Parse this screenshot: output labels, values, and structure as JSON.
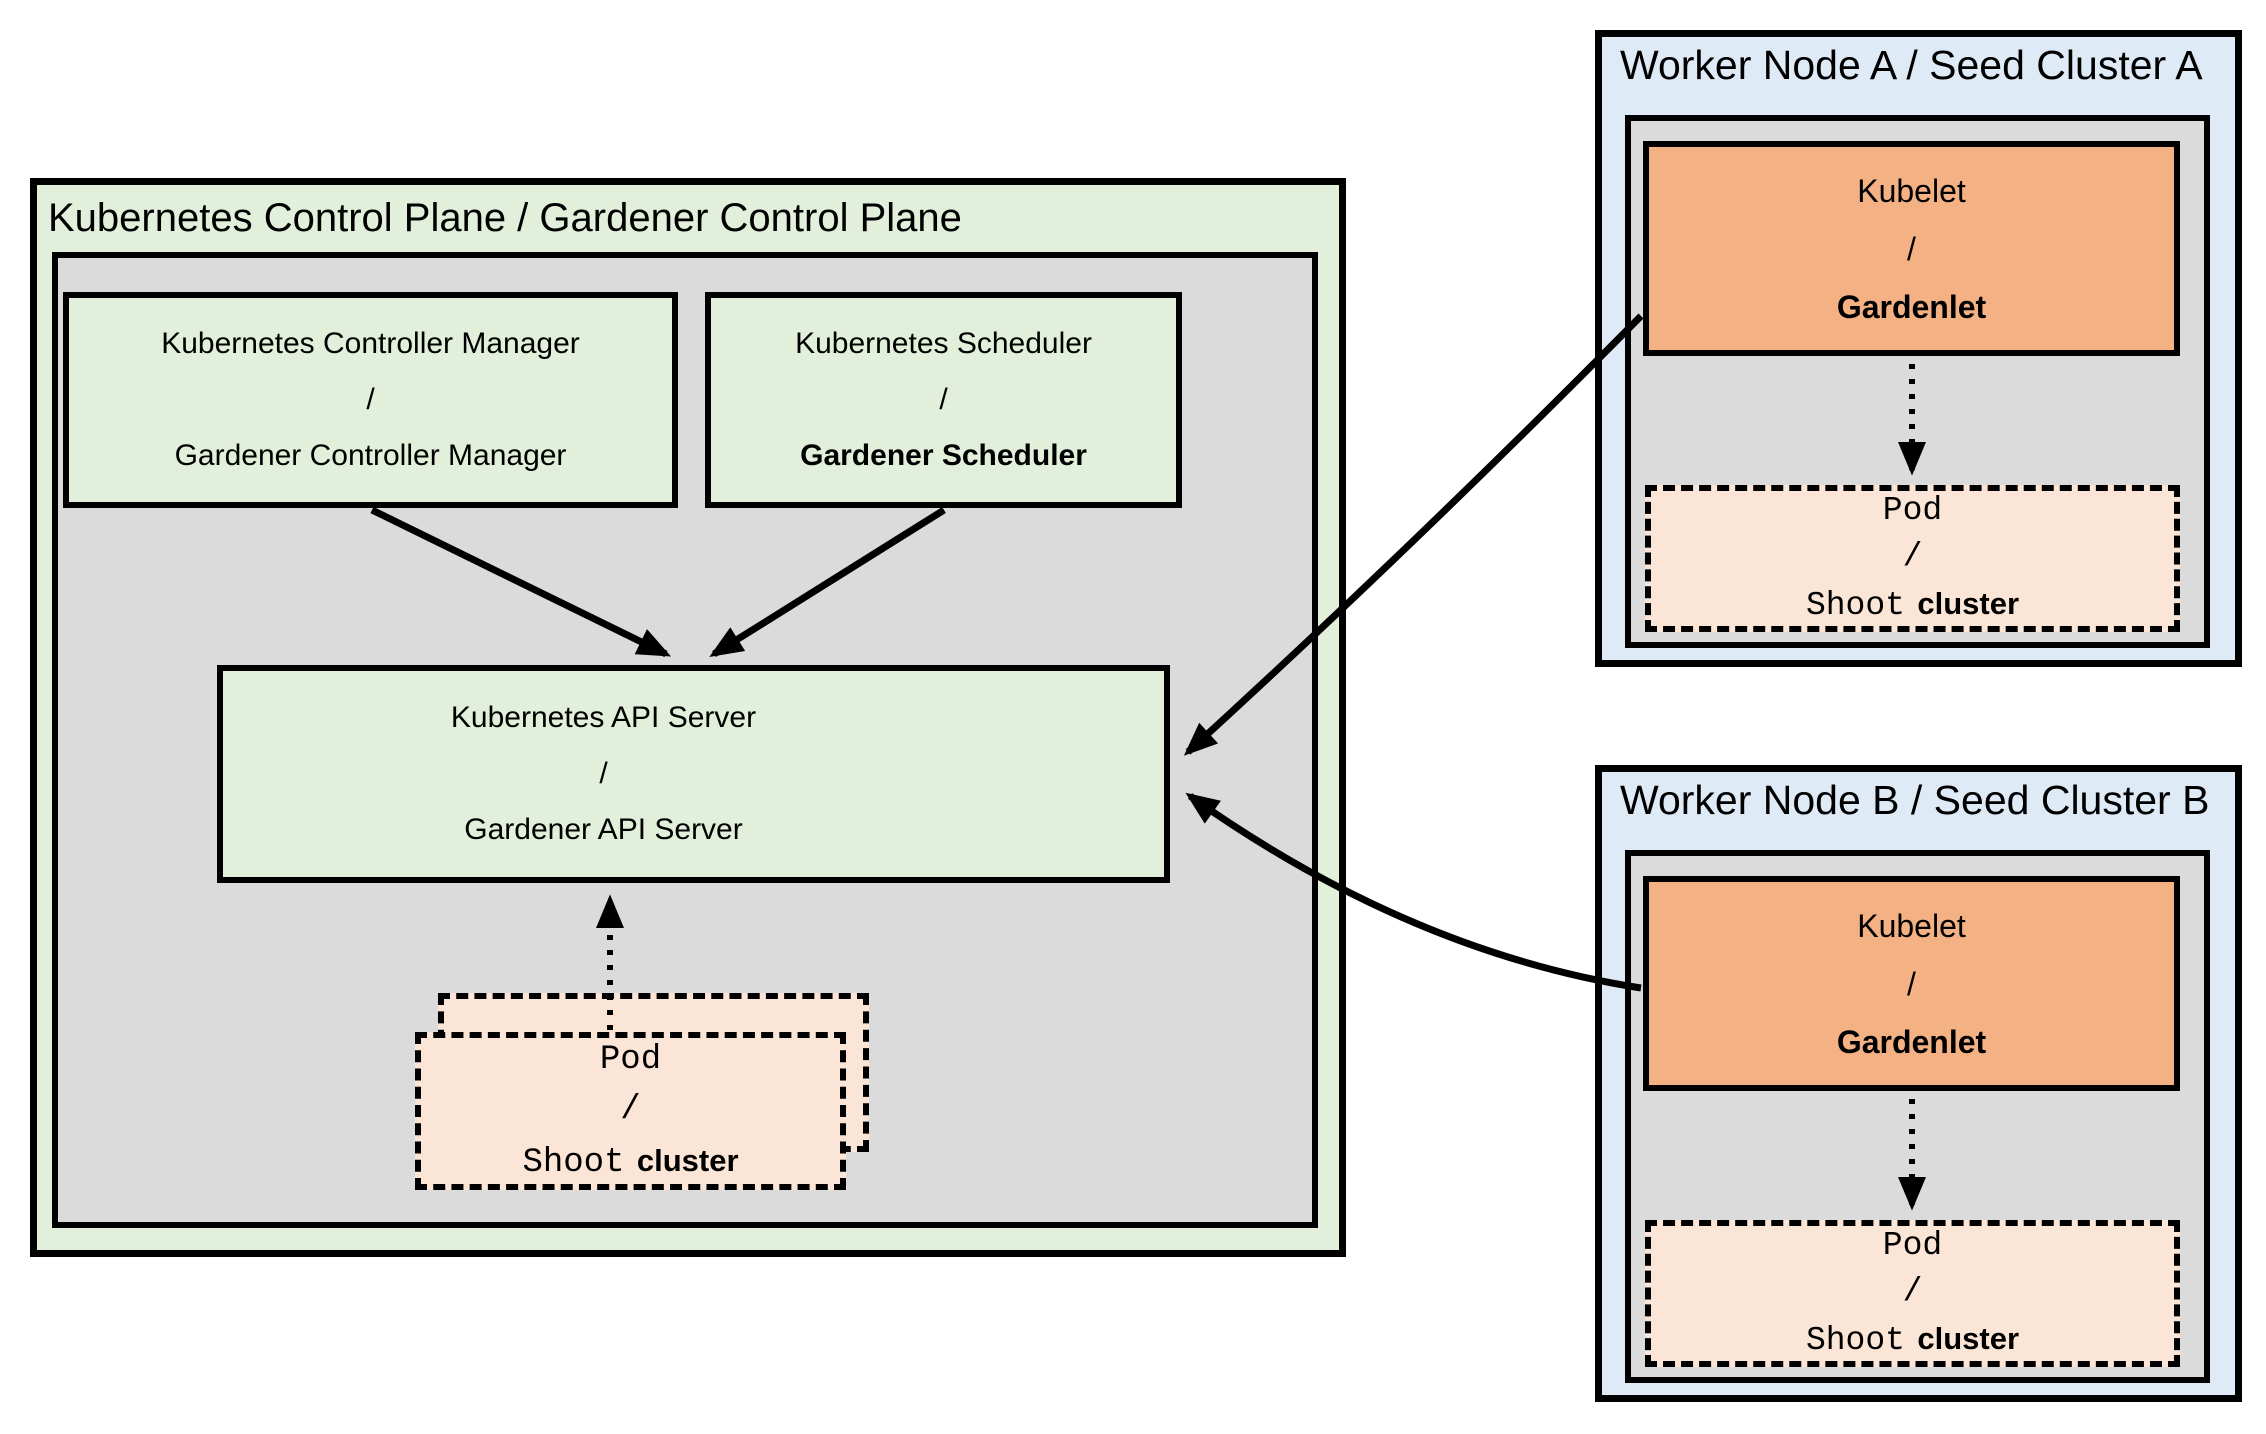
{
  "control_plane": {
    "title": "Kubernetes Control Plane / Gardener Control Plane",
    "controller_manager": {
      "line1": "Kubernetes Controller Manager",
      "separator": "/",
      "line2": "Gardener Controller Manager"
    },
    "scheduler": {
      "line1": "Kubernetes Scheduler",
      "separator": "/",
      "line2": "Gardener Scheduler"
    },
    "api_server": {
      "line1": "Kubernetes API Server",
      "separator": "/",
      "line2": "Gardener API Server"
    },
    "pod_stack": {
      "line1": "Pod",
      "separator": "/",
      "line2_mono": "Shoot",
      "line2_sans": "cluster"
    }
  },
  "worker_nodes": [
    {
      "title": "Worker Node A / Seed Cluster A",
      "kubelet": {
        "line1": "Kubelet",
        "separator": "/",
        "line2": "Gardenlet"
      },
      "pod": {
        "line1": "Pod",
        "separator": "/",
        "line2_mono": "Shoot",
        "line2_sans": "cluster"
      }
    },
    {
      "title": "Worker Node B / Seed Cluster B",
      "kubelet": {
        "line1": "Kubelet",
        "separator": "/",
        "line2": "Gardenlet"
      },
      "pod": {
        "line1": "Pod",
        "separator": "/",
        "line2_mono": "Shoot",
        "line2_sans": "cluster"
      }
    }
  ],
  "colors": {
    "green-fill": "#E2EFDA",
    "gray-fill": "#DBDBDB",
    "blue-fill": "#DEEAF6",
    "orange-fill": "#F4B183",
    "peach-fill": "#FBE5D6",
    "line-color": "#000000"
  }
}
